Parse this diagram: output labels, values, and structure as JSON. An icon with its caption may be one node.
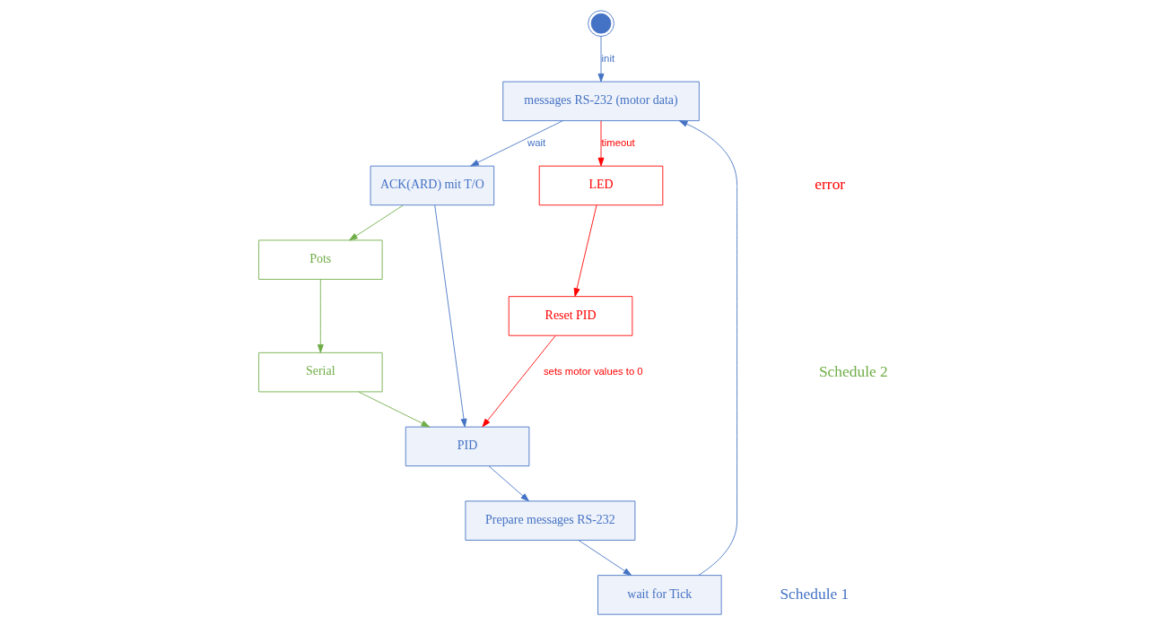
{
  "diagram": {
    "nodes": [
      {
        "text": [],
        "shape": "circle"
      },
      {
        "text": [
          "messages RS-232 (motor data)"
        ]
      },
      {
        "text": [
          "ACK(ARD) mit T/O"
        ]
      },
      {
        "text": [
          "LED"
        ]
      },
      {
        "text": [
          "Reset PID"
        ]
      },
      {
        "text": [
          "Pots"
        ]
      },
      {
        "text": [
          "Serial"
        ]
      },
      {
        "text": [
          "PID"
        ]
      },
      {
        "text": [
          "Prepare messages RS-232"
        ]
      },
      {
        "text": [
          "wait for Tick"
        ]
      }
    ],
    "edges": [
      {
        "from": 0,
        "to": 1,
        "arrow": "to",
        "label": "init"
      },
      {
        "from": 1,
        "to": 2,
        "arrow": "to",
        "label": "wait"
      },
      {
        "from": 1,
        "to": 3,
        "arrow": "to",
        "label": "timeout",
        "color": "#ff0000"
      },
      {
        "from": 3,
        "to": 4,
        "arrow": "to",
        "color": "#ff0000"
      },
      {
        "from": 4,
        "to": 7,
        "arrow": "to",
        "label": "sets motor values to 0",
        "color": "#ff0000"
      },
      {
        "from": 2,
        "to": 7,
        "arrow": "to"
      },
      {
        "from": 2,
        "to": 5,
        "arrow": "to",
        "color": "#70ad47"
      },
      {
        "from": 5,
        "to": 6,
        "arrow": "to",
        "color": "#70ad47"
      },
      {
        "from": 6,
        "to": 7,
        "arrow": "to",
        "color": "#70ad47"
      },
      {
        "from": 7,
        "to": 8,
        "arrow": "to"
      },
      {
        "from": 8,
        "to": 9,
        "arrow": "to"
      },
      {
        "from": 9,
        "to": 1,
        "arrow": "to"
      }
    ],
    "labels": [
      "error",
      "Schedule 1",
      "Schedule 2"
    ]
  }
}
